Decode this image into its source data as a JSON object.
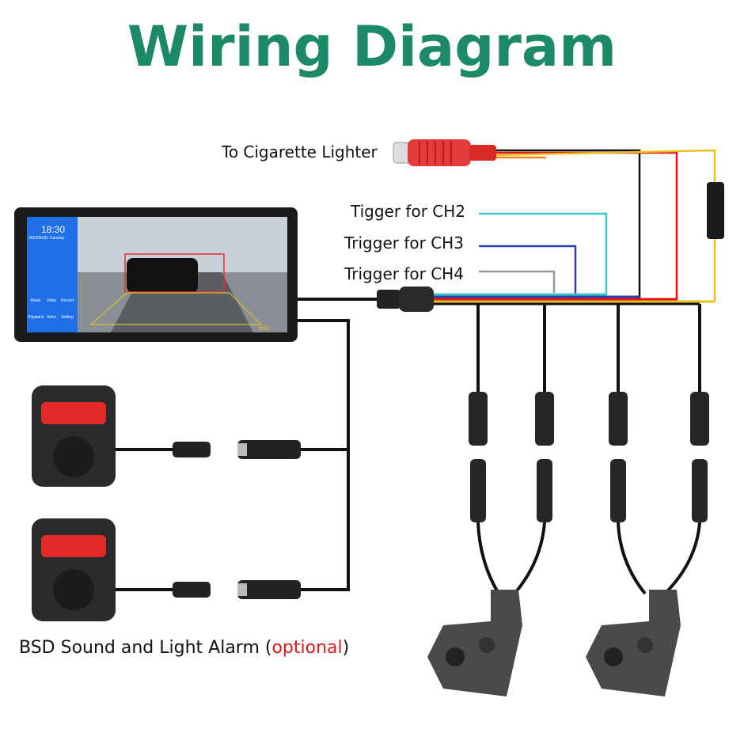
{
  "title": "Wiring Diagram",
  "labels": {
    "cigarette": "To Cigarette Lighter",
    "ch2": "Tigger for CH2",
    "ch3": "Trigger for CH3",
    "ch4": "Trigger for CH4",
    "alarm_prefix": "BSD Sound and Light Alarm (",
    "alarm_optional": "optional",
    "alarm_suffix": ")"
  },
  "monitor": {
    "time": "18:30",
    "date": "2022/06/01 Tuesday",
    "apps": [
      "Music",
      "Video",
      "Record",
      "Playback",
      "Voice",
      "Setting"
    ],
    "status": "BSD"
  },
  "colors": {
    "title": "#1c8a68",
    "ch2": "#3cc8c0",
    "ch3": "#2a3fb0",
    "ch4": "#999999",
    "power_red": "#e0161d",
    "power_yellow": "#e8c020",
    "optional": "#e0161d"
  }
}
